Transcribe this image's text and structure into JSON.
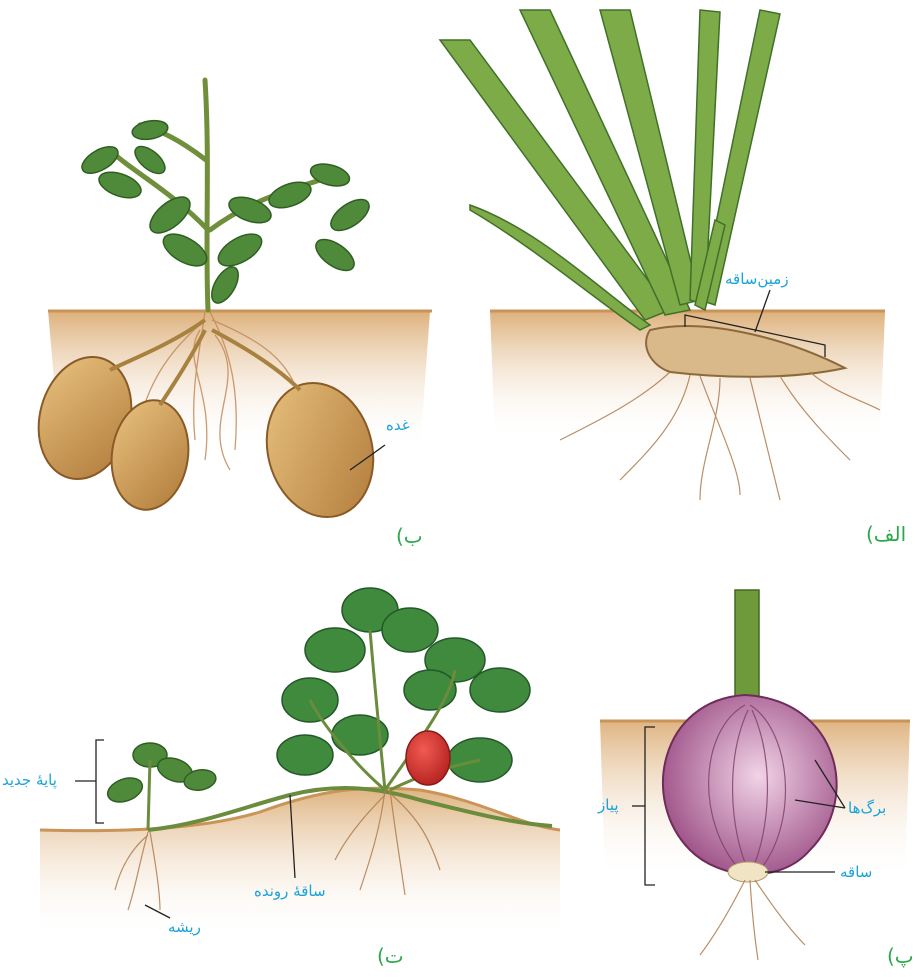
{
  "panels": {
    "alef": "الف)",
    "be": "ب)",
    "pe": "پ)",
    "te": "ت)"
  },
  "labels": {
    "rhizome": "زمین‌ساقه",
    "tuber": "غده",
    "onion": "پیاز",
    "leaves": "برگ‌ها",
    "stem": "ساقه",
    "new_plant": "پایهٔ جدید",
    "runner": "ساقهٔ رونده",
    "root": "ریشه"
  },
  "colors": {
    "label": "#1aa3d9",
    "panel_label": "#2aa84a",
    "soil": "#dcb07a",
    "leaf": "#4f8a3a",
    "potato": "#c9954f",
    "onion": "#b46a9a",
    "strawberry": "#d8332f"
  }
}
